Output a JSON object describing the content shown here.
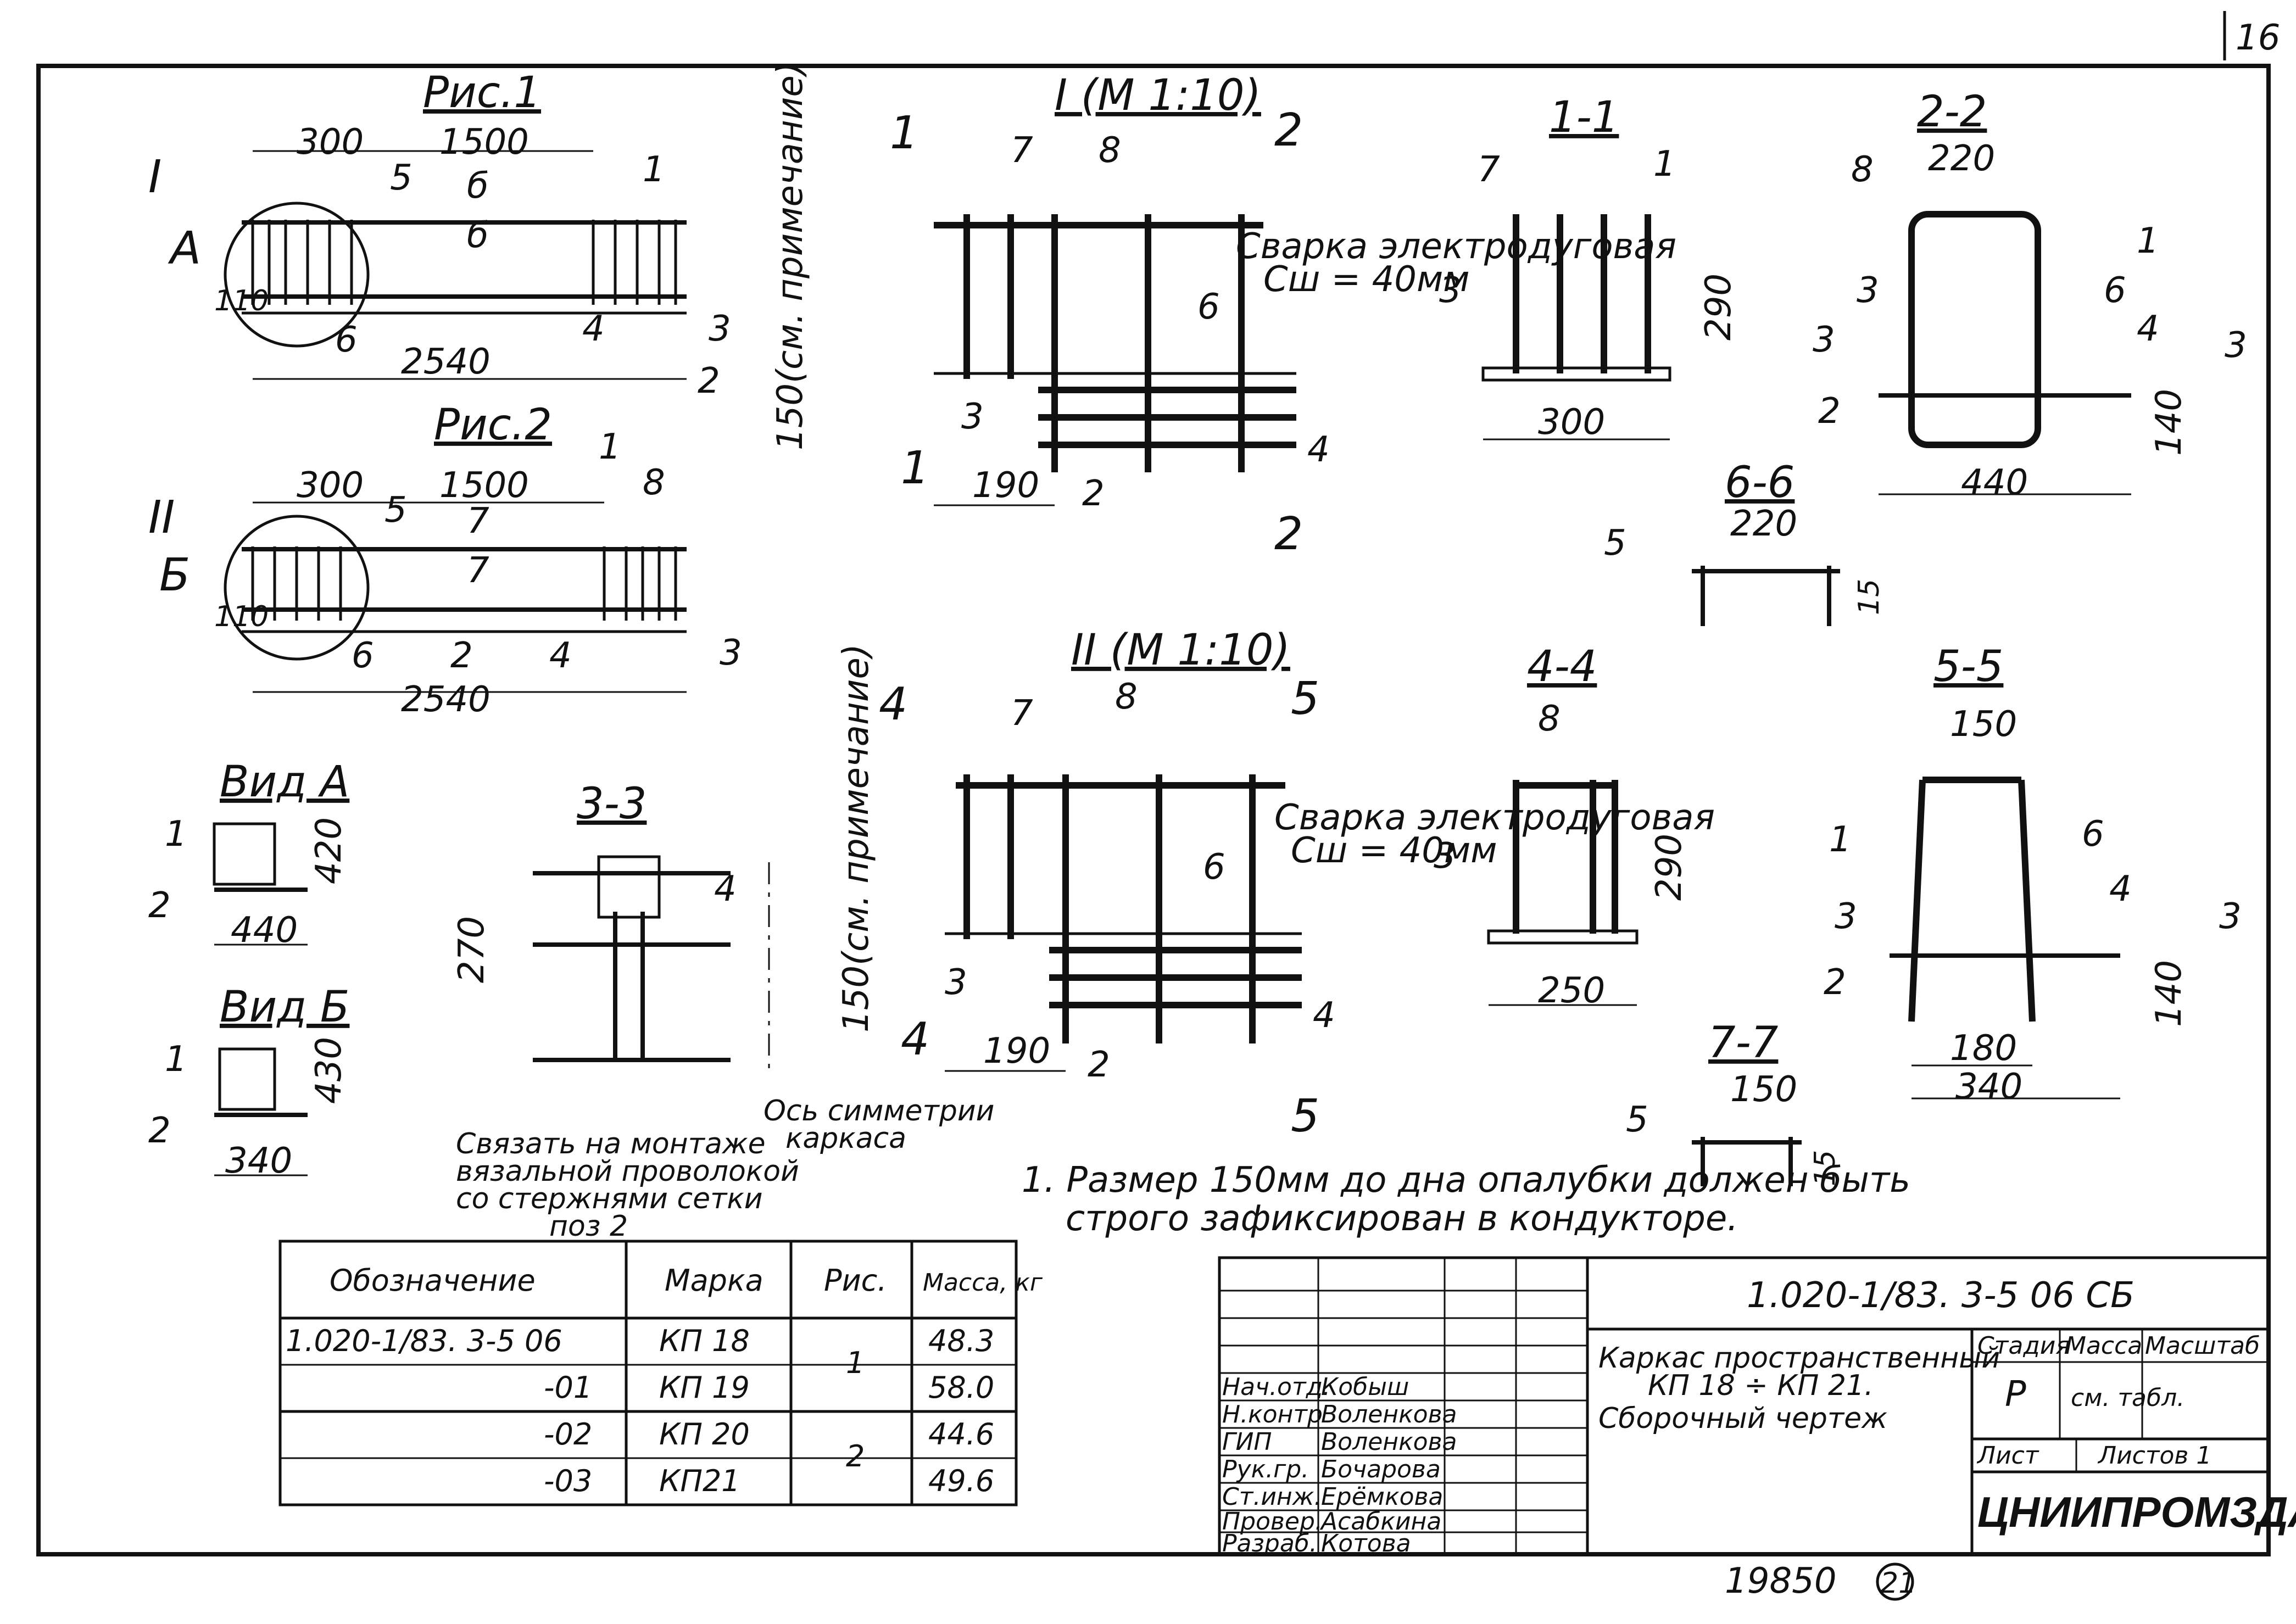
{
  "corner_mark": "16",
  "views": {
    "fig1": {
      "title": "Рис.1",
      "dims": [
        "300",
        "1500",
        "2540",
        "110"
      ],
      "labels": [
        "I",
        "A",
        "1",
        "2",
        "3",
        "4",
        "5",
        "6",
        "б",
        "б"
      ]
    },
    "fig2": {
      "title": "Рис.2",
      "dims": [
        "300",
        "1500",
        "2540",
        "110"
      ],
      "labels": [
        "II",
        "Б",
        "1",
        "2",
        "3",
        "4",
        "5",
        "6",
        "8",
        "7",
        "7"
      ]
    },
    "detail1": {
      "title": "I (М 1:10)",
      "dims": [
        "190"
      ],
      "note_line1": "Сварка электродуговая",
      "note_line2": "Сш = 40мм",
      "vertical": "150(см. примечание)",
      "labels": [
        "1",
        "1",
        "2",
        "2",
        "7",
        "8",
        "6",
        "3",
        "2",
        "4"
      ]
    },
    "detail2": {
      "title": "II (М 1:10)",
      "dims": [
        "190"
      ],
      "note_line1": "Сварка электродуговая",
      "note_line2": "Сш = 40мм",
      "vertical": "150(см. примечание)",
      "labels": [
        "4",
        "4",
        "5",
        "5",
        "7",
        "8",
        "6",
        "3",
        "2",
        "4"
      ]
    },
    "sec11": {
      "title": "1-1",
      "dims": [
        "300",
        "290"
      ],
      "labels": [
        "7",
        "1",
        "3"
      ]
    },
    "sec22": {
      "title": "2-2",
      "dims": [
        "220",
        "440",
        "140"
      ],
      "labels": [
        "8",
        "1",
        "3",
        "6",
        "4",
        "3",
        "3",
        "2"
      ]
    },
    "sec44": {
      "title": "4-4",
      "dims": [
        "250",
        "290"
      ],
      "labels": [
        "8",
        "3"
      ]
    },
    "sec55": {
      "title": "5-5",
      "dims": [
        "150",
        "180",
        "340",
        "140"
      ],
      "labels": [
        "1",
        "6",
        "4",
        "3",
        "3",
        "2"
      ]
    },
    "sec66": {
      "title": "6-6",
      "dims": [
        "220",
        "15"
      ],
      "labels": [
        "5"
      ]
    },
    "sec77": {
      "title": "7-7",
      "dims": [
        "150",
        "15"
      ],
      "labels": [
        "5"
      ]
    },
    "sec33": {
      "title": "3-3",
      "dims": [
        "270"
      ],
      "labels": [
        "4"
      ],
      "note1": "Связать на монтаже",
      "note2": "вязальной проволокой",
      "note3": "со стержнями сетки",
      "note4": "поз 2",
      "axis1": "Ось симметрии",
      "axis2": "каркаса"
    },
    "viewA": {
      "title": "Вид А",
      "dims": [
        "440",
        "420"
      ],
      "labels": [
        "1",
        "2"
      ]
    },
    "viewB": {
      "title": "Вид Б",
      "dims": [
        "340",
        "430"
      ],
      "labels": [
        "1",
        "2"
      ]
    }
  },
  "footnote": {
    "line1": "1. Размер 150мм до дна опалубки должен быть",
    "line2": "строго зафиксирован в кондукторе."
  },
  "spec_table": {
    "headers": [
      "Обозначение",
      "Марка",
      "Рис.",
      "Масса, кг"
    ],
    "rows": [
      {
        "designation": "1.020-1/83. 3-5   06",
        "mark": "КП 18",
        "fig": "1",
        "mass": "48.3"
      },
      {
        "designation": "-01",
        "mark": "КП 19",
        "fig": "",
        "mass": "58.0"
      },
      {
        "designation": "-02",
        "mark": "КП 20",
        "fig": "2",
        "mass": "44.6"
      },
      {
        "designation": "-03",
        "mark": "КП21",
        "fig": "",
        "mass": "49.6"
      }
    ]
  },
  "title_block": {
    "code": "1.020-1/83. 3-5   06  СБ",
    "name_line1": "Каркас пространственный",
    "name_line2": "КП 18 ÷ КП 21.",
    "name_line3": "Сборочный чертеж",
    "stage_label": "Стадия",
    "mass_label": "Масса",
    "scale_label": "Масштаб",
    "stage": "Р",
    "mass": "см. табл.",
    "sheet_label": "Лист",
    "sheets_label": "Листов 1",
    "org": "ЦНИИПРОМЗДАНИЙ",
    "staff": [
      {
        "role": "Нач.отд.",
        "name": "Кобыш"
      },
      {
        "role": "Н.контр",
        "name": "Воленкова"
      },
      {
        "role": "ГИП",
        "name": "Воленкова"
      },
      {
        "role": "Рук.гр.",
        "name": "Бочарова"
      },
      {
        "role": "Ст.инж.",
        "name": "Ерёмкова"
      },
      {
        "role": "Провер.",
        "name": "Асабкина"
      },
      {
        "role": "Разраб.",
        "name": "Котова"
      }
    ]
  },
  "archive_no": "19850",
  "sheet_mark": "21"
}
